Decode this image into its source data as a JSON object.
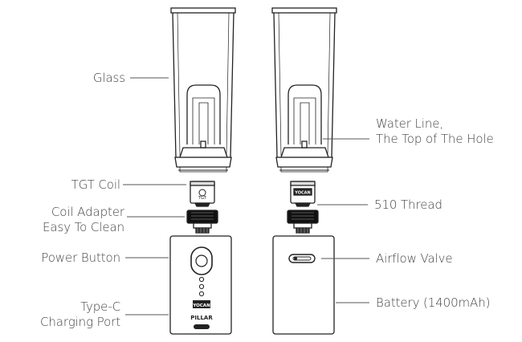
{
  "labels": {
    "glass": "Glass",
    "tgt_coil": "TGT Coil",
    "coil_adapter_line1": "Coil Adapter",
    "coil_adapter_line2": "Easy To Clean",
    "power_button": "Power Button",
    "type_c_line1": "Type-C",
    "type_c_line2": "Charging Port",
    "water_line_line1": "Water Line,",
    "water_line_line2": "The Top of The Hole",
    "thread_510": "510 Thread",
    "airflow_valve": "Airflow Valve",
    "battery": "Battery (1400mAh)"
  },
  "device_marks": {
    "brand_badge": "YOCAN",
    "product_name": "PILLAR",
    "coil_marking": "TGT"
  }
}
